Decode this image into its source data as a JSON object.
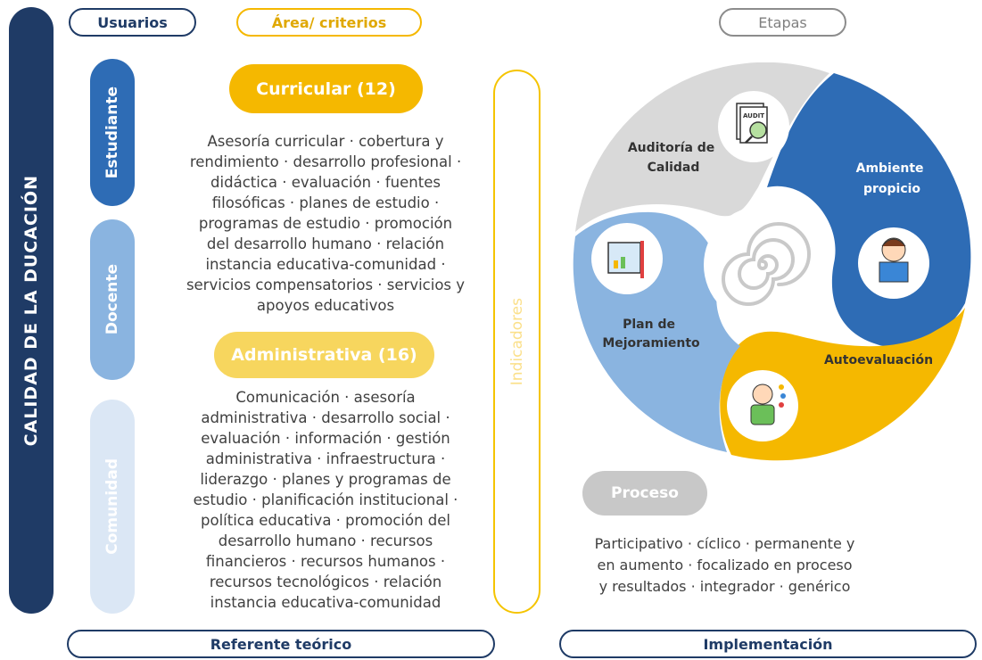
{
  "main_title": "CALIDAD DE LA DUCACIÓN",
  "headers": {
    "usuarios": "Usuarios",
    "area": "Área/ criterios",
    "etapas": "Etapas"
  },
  "users": [
    "Estudiante",
    "Docente",
    "Comunidad"
  ],
  "indicadores": "Indicadores",
  "curricular": {
    "title": "Curricular (12)",
    "lines": [
      "Asesoría curricular · cobertura y",
      "rendimiento · desarrollo profesional ·",
      "didáctica · evaluación · fuentes",
      "filosóficas · planes de estudio ·",
      "programas de estudio · promoción",
      "del desarrollo humano · relación",
      "instancia educativa-comunidad ·",
      "servicios compensatorios · servicios y",
      "apoyos educativos"
    ]
  },
  "administrativa": {
    "title": "Administrativa (16)",
    "lines": [
      "Comunicación · asesoría",
      "administrativa · desarrollo social ·",
      "evaluación · información · gestión",
      "administrativa · infraestructura ·",
      "liderazgo · planes y programas de",
      "estudio · planificación institucional ·",
      "política educativa · promoción del",
      "desarrollo humano · recursos",
      "financieros · recursos humanos ·",
      "recursos tecnológicos · relación",
      "instancia educativa-comunidad"
    ]
  },
  "stages": {
    "auditoria": [
      "Auditoría de",
      "Calidad"
    ],
    "ambiente": [
      "Ambiente",
      "propicio"
    ],
    "plan": [
      "Plan de",
      "Mejoramiento"
    ],
    "autoevaluacion": [
      "Autoevaluación"
    ],
    "audit_icon_text": "AUDIT"
  },
  "proceso": {
    "title": "Proceso",
    "lines": [
      "Participativo · cíclico · permanente y",
      "en aumento · focalizado en proceso",
      "y resultados · integrador · genérico"
    ]
  },
  "footer": {
    "left": "Referente teórico",
    "right": "Implementación"
  },
  "colors": {
    "navy": "#1f3b66",
    "blue": "#2e6cb5",
    "light_blue": "#8ab4e0",
    "pale_blue": "#dbe7f5",
    "yellow": "#f5b800",
    "light_yellow": "#f7d65e",
    "pale_yellow": "#fbe9a6",
    "grey": "#d9d9d9",
    "dark_grey": "#bfbfbf"
  }
}
